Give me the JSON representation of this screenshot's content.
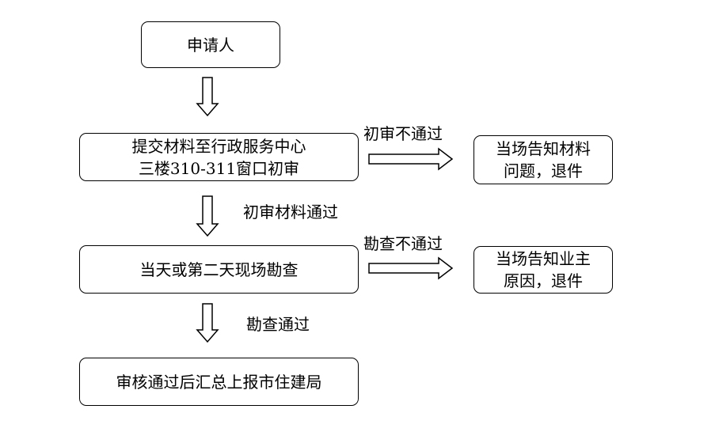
{
  "nodes": {
    "applicant": {
      "label": "申请人"
    },
    "submit": {
      "line1": "提交材料至行政服务中心",
      "line2": "三楼310-311窗口初审"
    },
    "survey": {
      "label": "当天或第二天现场勘查"
    },
    "report": {
      "label": "审核通过后汇总上报市住建局"
    },
    "reject_material": {
      "line1": "当场告知材料",
      "line2": "问题，退件"
    },
    "reject_owner": {
      "line1": "当场告知业主",
      "line2": "原因，退件"
    }
  },
  "edges": {
    "initial_pass": "初审材料通过",
    "initial_fail": "初审不通过",
    "survey_pass": "勘查通过",
    "survey_fail": "勘查不通过"
  }
}
